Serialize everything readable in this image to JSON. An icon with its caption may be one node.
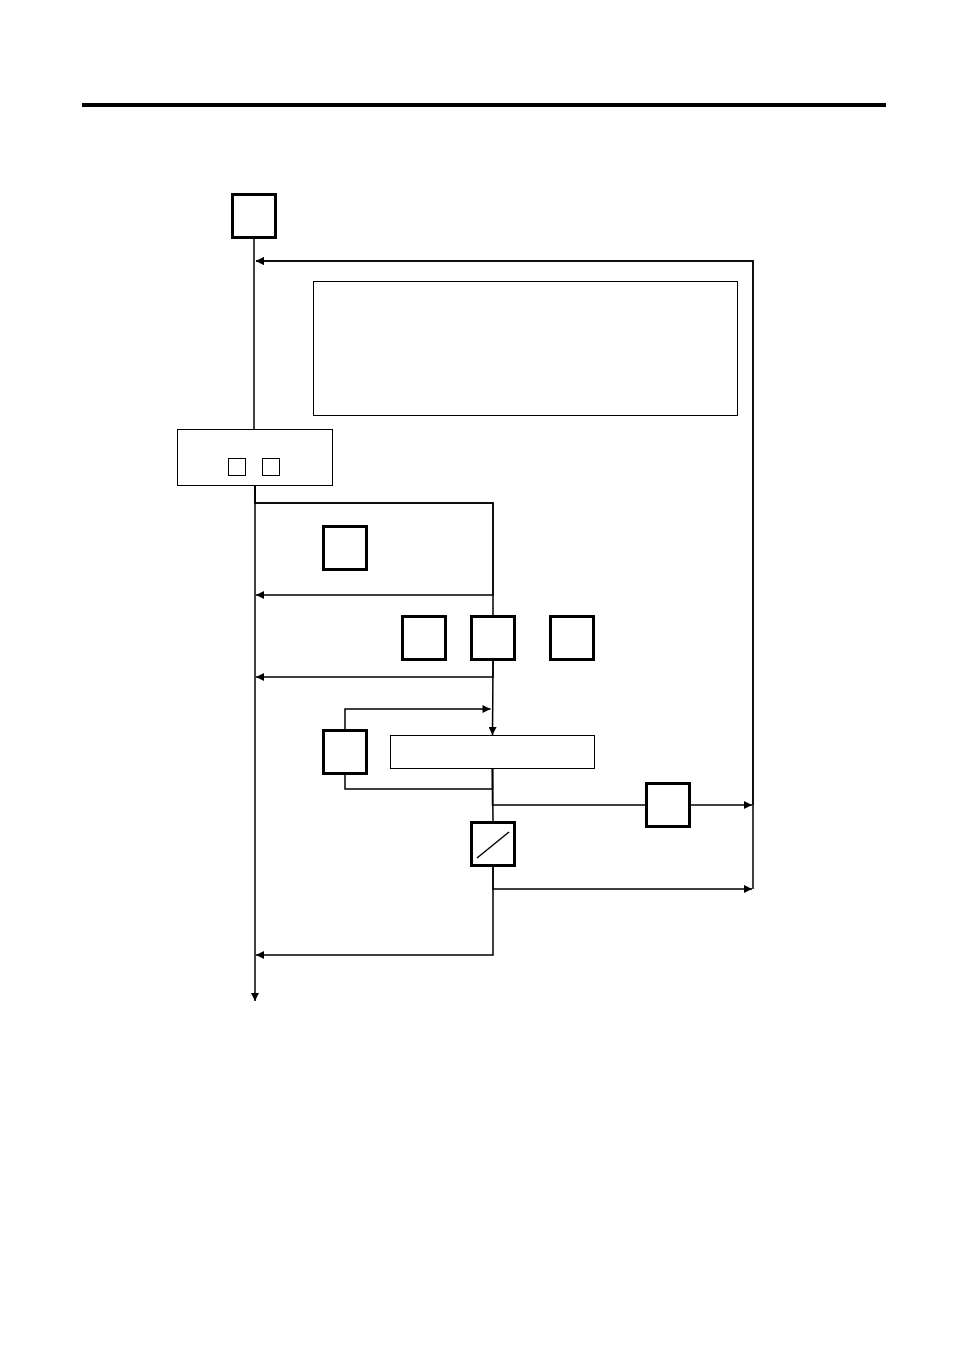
{
  "diagram": {
    "nodes": [
      {
        "text": [],
        "shape": "box"
      },
      {
        "text": [],
        "shape": "box"
      },
      {
        "text": [],
        "shape": "box"
      },
      {
        "text": [],
        "shape": "box",
        "in": 2
      },
      {
        "text": [],
        "shape": "box",
        "in": 2
      },
      {
        "text": [],
        "shape": "box"
      },
      {
        "text": [],
        "shape": "box"
      },
      {
        "text": [],
        "shape": "box"
      },
      {
        "text": [],
        "shape": "box"
      },
      {
        "text": [],
        "shape": "box"
      },
      {
        "text": [],
        "shape": "box"
      },
      {
        "text": [],
        "shape": "box"
      },
      {
        "text": [],
        "shape": "box"
      }
    ],
    "edges": [
      {
        "from": 0,
        "to": 2,
        "arrow": "none"
      },
      {
        "from": 2,
        "to": 7,
        "arrow": "none"
      },
      {
        "from": 7,
        "to": 10,
        "arrow": "to"
      },
      {
        "from": 9,
        "to": 10,
        "arrow": "to"
      },
      {
        "from": 10,
        "to": 9,
        "arrow": "none"
      },
      {
        "from": 10,
        "to": 12,
        "arrow": "none"
      },
      {
        "from": 10,
        "to": 11,
        "arrow": "none"
      },
      {
        "from": 11,
        "to": 0,
        "arrow": "to"
      },
      {
        "from": 12,
        "to": 0,
        "arrow": "to"
      },
      {
        "from": 12,
        "to": null,
        "arrow": "to"
      },
      {
        "from": 7,
        "to": null,
        "arrow": "to"
      },
      {
        "from": 2,
        "to": null,
        "arrow": "to"
      },
      {
        "from": 2,
        "to": null,
        "arrow": "to"
      }
    ]
  }
}
